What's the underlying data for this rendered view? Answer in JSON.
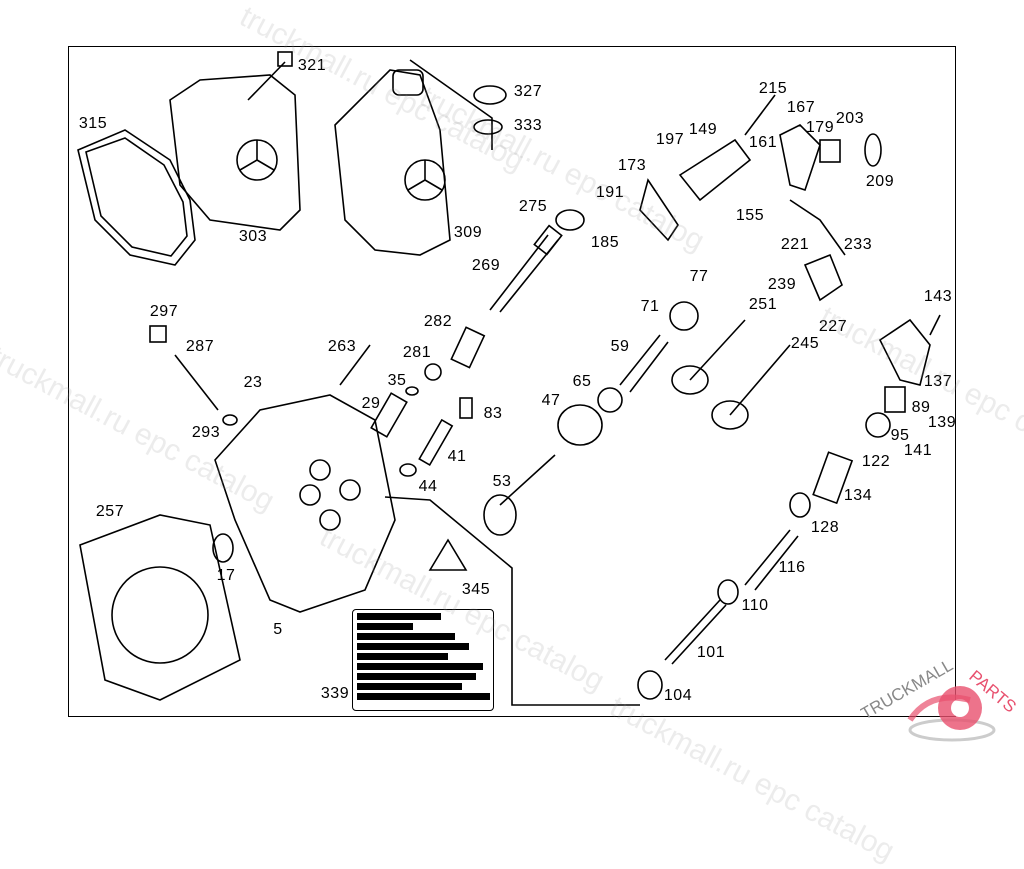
{
  "diagram": {
    "part_labels": [
      "321",
      "327",
      "333",
      "315",
      "303",
      "309",
      "215",
      "167",
      "203",
      "179",
      "149",
      "197",
      "161",
      "209",
      "173",
      "191",
      "155",
      "185",
      "275",
      "221",
      "233",
      "269",
      "77",
      "239",
      "251",
      "227",
      "143",
      "71",
      "282",
      "297",
      "287",
      "263",
      "59",
      "245",
      "281",
      "35",
      "23",
      "65",
      "29",
      "83",
      "47",
      "137",
      "89",
      "139",
      "95",
      "293",
      "141",
      "41",
      "122",
      "44",
      "53",
      "134",
      "257",
      "128",
      "345",
      "17",
      "116",
      "110",
      "5",
      "101",
      "339",
      "104"
    ],
    "watermark": "truckmall.ru epc catalog",
    "logo": {
      "text_dark": "TRUCKMALL",
      "text_accent": "PARTS",
      "accent_color": "#e8506e"
    },
    "line_color": "#000000"
  }
}
